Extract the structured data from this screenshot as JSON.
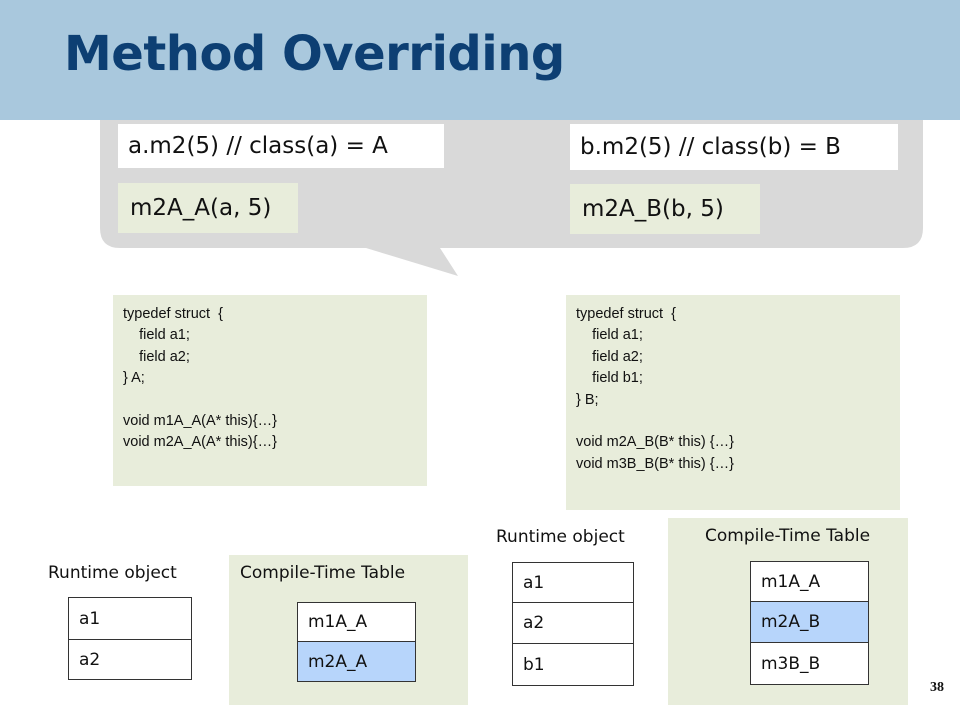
{
  "slide": {
    "title": "Method Overriding",
    "page_number": "38"
  },
  "callout": {
    "left_call": "a.m2(5)  // class(a) = A",
    "left_fn": "m2A_A(a, 5)",
    "right_call": "b.m2(5)  // class(b) = B",
    "right_fn": "m2A_B(b, 5)"
  },
  "code_a": [
    "typedef struct  {",
    "    field a1;",
    "    field a2;",
    "} A;",
    "",
    "void m1A_A(A* this){…}",
    "void m2A_A(A* this){…}"
  ],
  "code_b": [
    "typedef struct  {",
    "    field a1;",
    "    field a2;",
    "    field b1;",
    "} B;",
    "",
    "void m2A_B(B* this) {…}",
    "void m3B_B(B* this) {…}"
  ],
  "left_diagram": {
    "runtime_label": "Runtime object",
    "table_label": "Compile-Time Table",
    "runtime_fields": [
      "a1",
      "a2"
    ],
    "table_entries": [
      "m1A_A",
      "m2A_A"
    ]
  },
  "right_diagram": {
    "runtime_label": "Runtime object",
    "table_label": "Compile-Time Table",
    "runtime_fields": [
      "a1",
      "a2",
      "b1"
    ],
    "table_entries": [
      "m1A_A",
      "m2A_B",
      "m3B_B"
    ]
  },
  "colors": {
    "header_bg": "#a9c8dd",
    "title": "#0d3f73",
    "callout_bg": "#d9d9d9",
    "code_bg": "#e8eddb",
    "highlight": "#b7d5fb"
  }
}
